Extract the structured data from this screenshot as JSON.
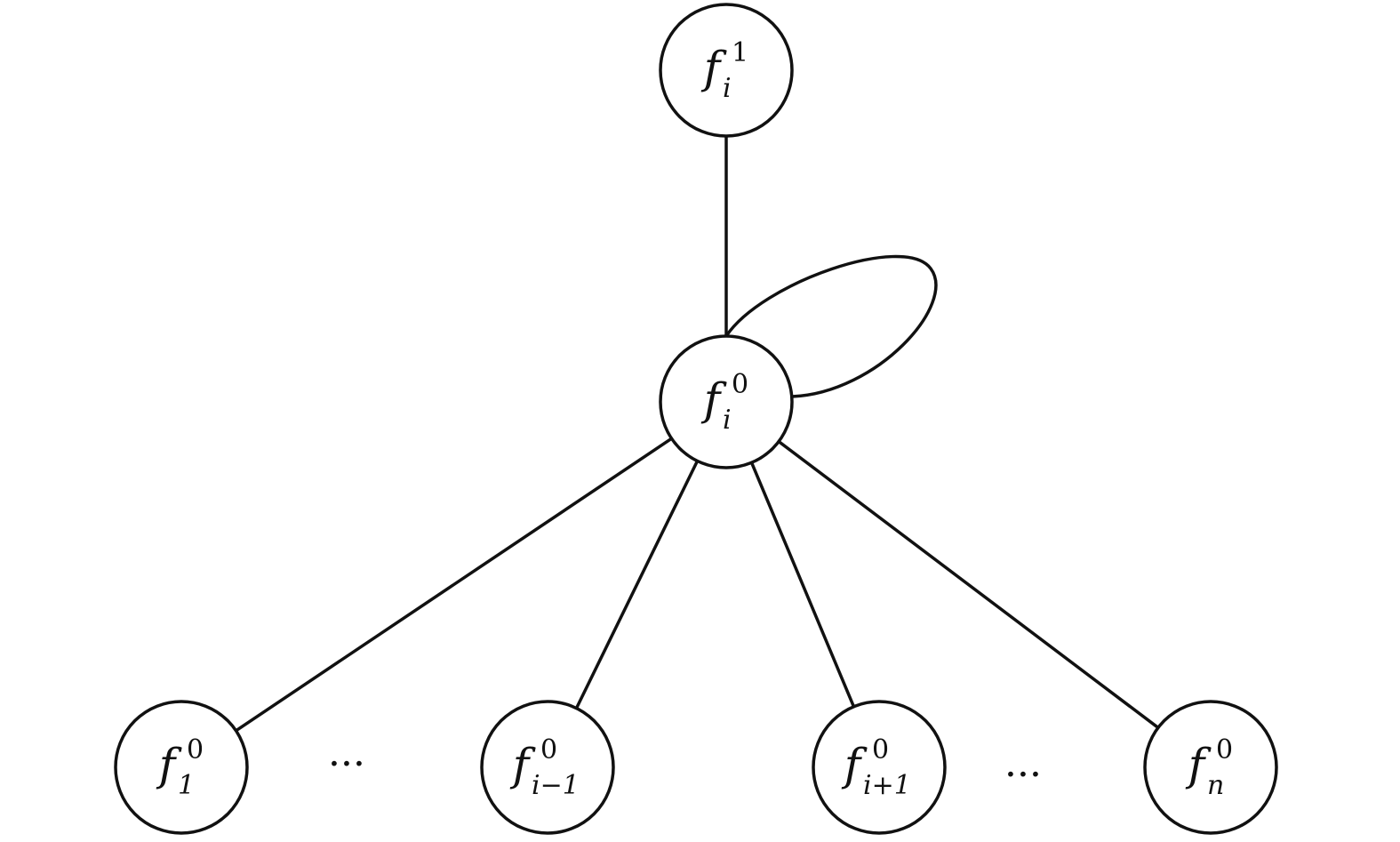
{
  "nodes": [
    {
      "id": "top",
      "base": "f",
      "sub": "i",
      "sup": "1"
    },
    {
      "id": "center",
      "base": "f",
      "sub": "i",
      "sup": "0"
    },
    {
      "id": "n1",
      "base": "f",
      "sub": "1",
      "sup": "0"
    },
    {
      "id": "nim1",
      "base": "f",
      "sub": "i−1",
      "sup": "0"
    },
    {
      "id": "nip1",
      "base": "f",
      "sub": "i+1",
      "sup": "0"
    },
    {
      "id": "nn",
      "base": "f",
      "sub": "n",
      "sup": "0"
    }
  ],
  "edges": [
    {
      "from": "top",
      "to": "center"
    },
    {
      "from": "center",
      "to": "n1"
    },
    {
      "from": "center",
      "to": "nim1"
    },
    {
      "from": "center",
      "to": "nip1"
    },
    {
      "from": "center",
      "to": "nn"
    }
  ],
  "self_loops": [
    {
      "node": "center"
    }
  ],
  "ellipses": [
    {
      "between": [
        "n1",
        "nim1"
      ],
      "text": "···"
    },
    {
      "between": [
        "nip1",
        "nn"
      ],
      "text": "···"
    }
  ]
}
